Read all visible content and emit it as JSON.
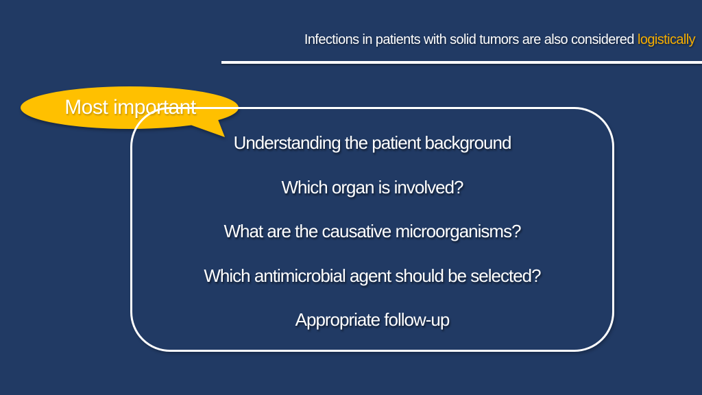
{
  "slide": {
    "colors": {
      "background": "#213a64",
      "text": "#ffffff",
      "callout_fill": "#ffc000",
      "title_highlight": "#f6ae00"
    },
    "title": {
      "prefix": "Infections in patients with solid tumors are also considered",
      "highlight": "logistically"
    },
    "callout": {
      "label": "Most important"
    },
    "questions": [
      "Understanding the patient background",
      "Which organ is involved?",
      "What are the causative microorganisms?",
      "Which antimicrobial agent should be selected?",
      "Appropriate follow-up"
    ]
  }
}
